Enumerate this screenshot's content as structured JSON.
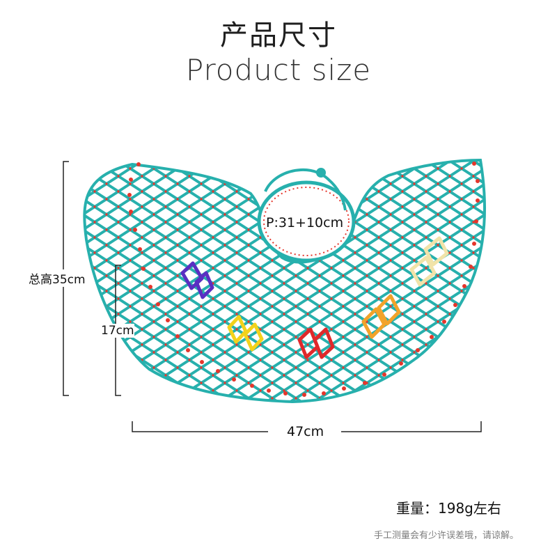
{
  "title": {
    "zh": "产品尺寸",
    "en": "Product size"
  },
  "dimensions": {
    "total_height": "总高35cm",
    "inner_height": "17cm",
    "width": "47cm",
    "neck": "P:31+10cm"
  },
  "footer": {
    "weight": "重量：198g左右",
    "note": "手工测量会有少许误差哦，请谅解。"
  },
  "colors": {
    "bead_mesh": "#27b0ad",
    "bead_accent": "#e5362c",
    "motif_purple": "#5a2fc2",
    "motif_yellow": "#f3d21b",
    "motif_red": "#e0282b",
    "motif_orange": "#f2a32a",
    "motif_cream": "#f1e3a8",
    "dimension_line": "#222222"
  },
  "image": {
    "subject": "beaded-collar-necklace"
  }
}
